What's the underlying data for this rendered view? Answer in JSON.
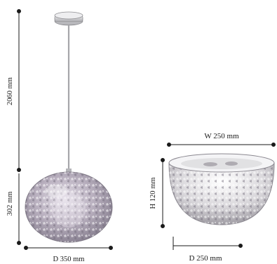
{
  "pendant": {
    "total_height_label": "2060 mm",
    "shade_height_label": "302 mm",
    "diameter_label": "D 350 mm"
  },
  "flush_mount": {
    "width_label": "W 250 mm",
    "height_label": "H 120 mm",
    "diameter_label": "D 250 mm"
  },
  "colors": {
    "dimension_line": "#1a1a1a",
    "chrome": "#c9c9cc",
    "crystal": "#bfb8c4"
  }
}
